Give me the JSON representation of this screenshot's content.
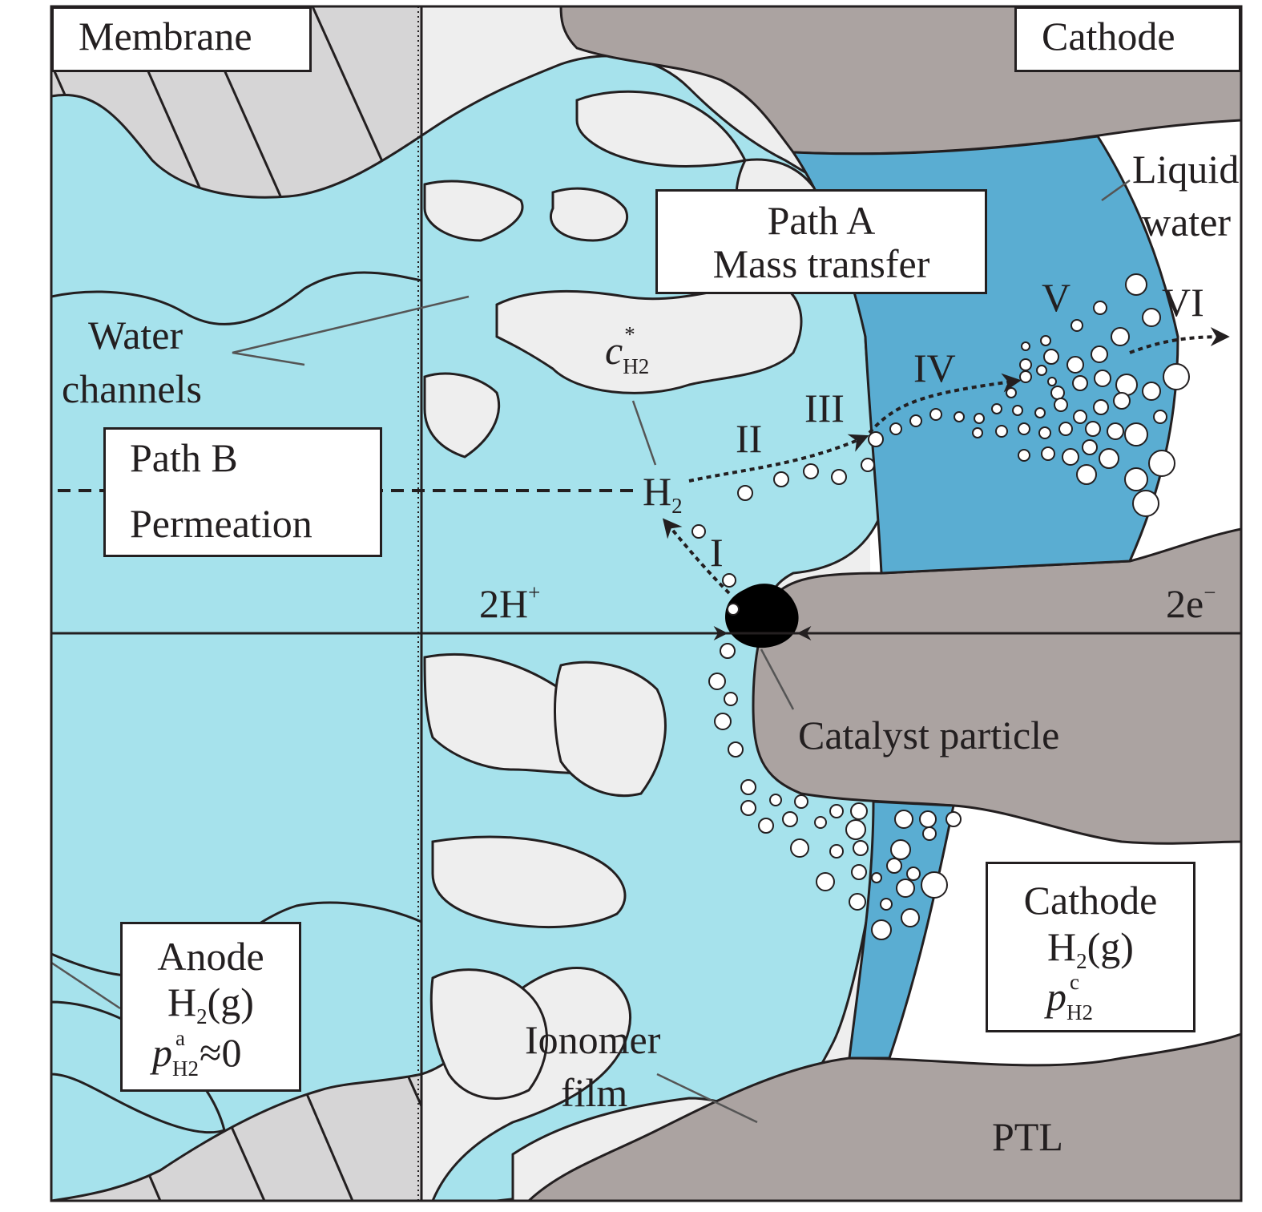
{
  "colors": {
    "membrane_grey": "#d6d5d6",
    "pore_light": "#eeeeee",
    "ionomer_cyan": "#a6e2ec",
    "liquid_water_blue": "#5aadd2",
    "ptl_grey": "#aba3a1",
    "catalyst_black": "#000000",
    "line": "#231f20"
  },
  "labels": {
    "membrane": "Membrane",
    "cathode_top": "Cathode",
    "liquid_water_1": "Liquid",
    "liquid_water_2": "water",
    "path_a_1": "Path A",
    "path_a_2": "Mass transfer",
    "water_channels_1": "Water",
    "water_channels_2": "channels",
    "path_b_1": "Path B",
    "path_b_2": "Permeation",
    "c_symbol": "c",
    "c_star": "*",
    "c_sub": "H2",
    "h2_main": "H",
    "h2_main_sub": "2",
    "step_i": "I",
    "step_ii": "II",
    "step_iii": "III",
    "step_iv": "IV",
    "step_v": "V",
    "step_vi": "VI",
    "protons": "2H",
    "protons_sup": "+",
    "electrons": "2e",
    "electrons_sup": "−",
    "catalyst_particle": "Catalyst particle",
    "cathode_gas_1": "Cathode",
    "cathode_gas_2_a": "H",
    "cathode_gas_2_sub": "2",
    "cathode_gas_2_b": "(g)",
    "cathode_p": "p",
    "cathode_p_sup": "c",
    "cathode_p_sub": "H2",
    "anode_1": "Anode",
    "anode_2_a": "H",
    "anode_2_sub": "2",
    "anode_2_b": "(g)",
    "anode_p": "p",
    "anode_p_sup": "a",
    "anode_p_sub": "H2",
    "anode_p_tail": "≈0",
    "ionomer_1": "Ionomer",
    "ionomer_2": "film",
    "ptl": "PTL"
  }
}
